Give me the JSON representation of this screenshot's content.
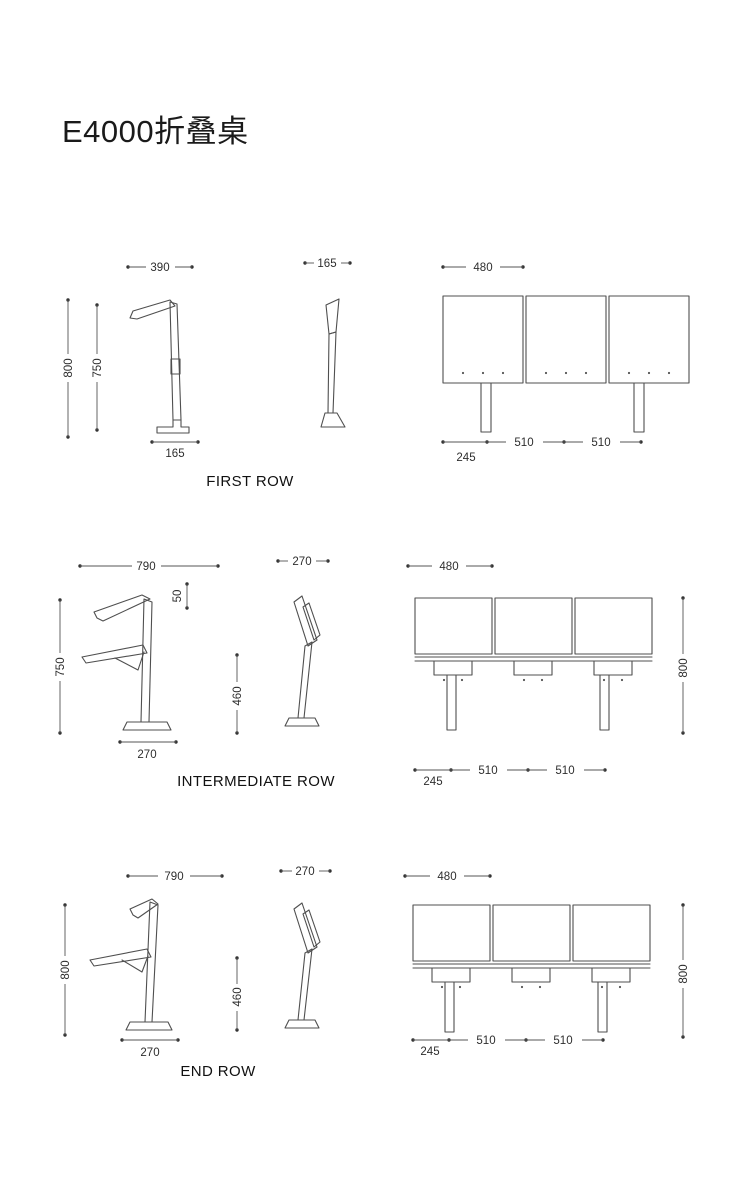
{
  "title": "E4000折叠桌",
  "rows": {
    "first": {
      "label": "FIRST ROW",
      "side_width": "390",
      "front_width": "165",
      "panel_width": "480",
      "height_a": "800",
      "height_b": "750",
      "foot_depth": "165",
      "seat_offset": "245",
      "pitch_a": "510",
      "pitch_b": "510"
    },
    "intermediate": {
      "label": "INTERMEDIATE ROW",
      "side_width": "790",
      "front_width": "270",
      "panel_width": "480",
      "back_gap": "50",
      "height_a": "750",
      "desk_height": "460",
      "foot_depth": "270",
      "total_height": "800",
      "seat_offset": "245",
      "pitch_a": "510",
      "pitch_b": "510"
    },
    "end": {
      "label": "END ROW",
      "side_width": "790",
      "front_width": "270",
      "panel_width": "480",
      "height_a": "800",
      "desk_height": "460",
      "foot_depth": "270",
      "total_height": "800",
      "seat_offset": "245",
      "pitch_a": "510",
      "pitch_b": "510"
    }
  }
}
